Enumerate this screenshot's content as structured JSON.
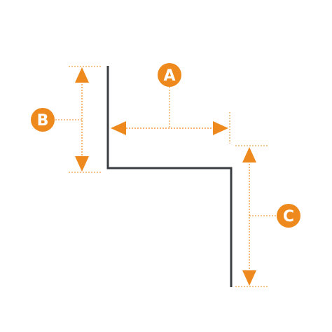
{
  "labels": {
    "a": "A",
    "b": "B",
    "c": "C"
  },
  "colors": {
    "accent": "#ee8a1d",
    "profile": "#3a3d41",
    "background": "#ffffff"
  }
}
